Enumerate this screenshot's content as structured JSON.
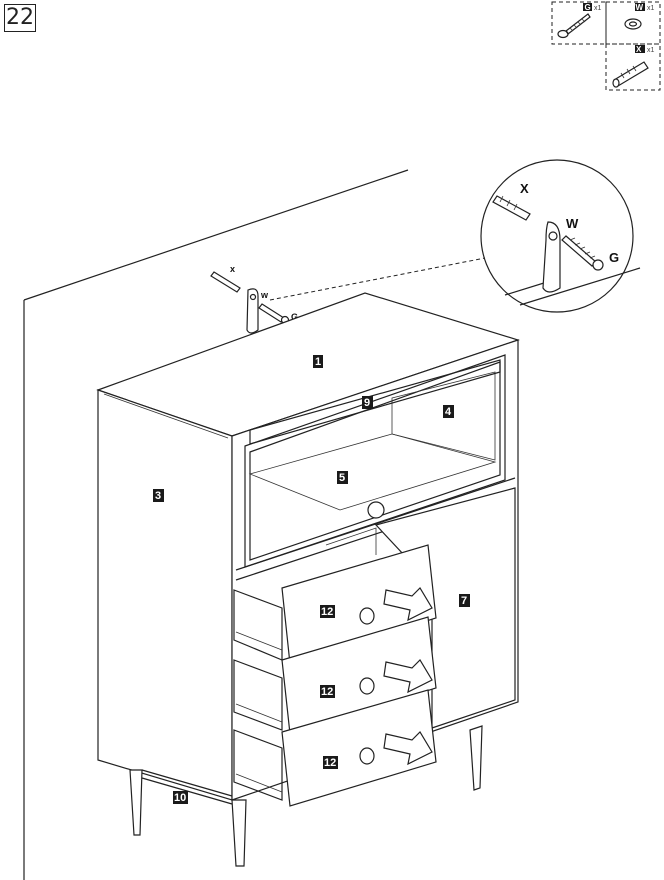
{
  "step": "22",
  "hardware": [
    {
      "code": "G",
      "qty": "x1"
    },
    {
      "code": "W",
      "qty": "x1"
    },
    {
      "code": "X",
      "qty": "x1"
    }
  ],
  "callout_letters": {
    "x": "X",
    "w": "W",
    "g": "G"
  },
  "detail_letters": {
    "x": "x",
    "w": "w",
    "g": "G"
  },
  "part_labels": {
    "top": "1",
    "side": "3",
    "back": "4",
    "shelf": "5",
    "door": "7",
    "rail": "9",
    "base": "10",
    "drawer_front_1": "12",
    "drawer_front_2": "12",
    "drawer_front_3": "12"
  }
}
